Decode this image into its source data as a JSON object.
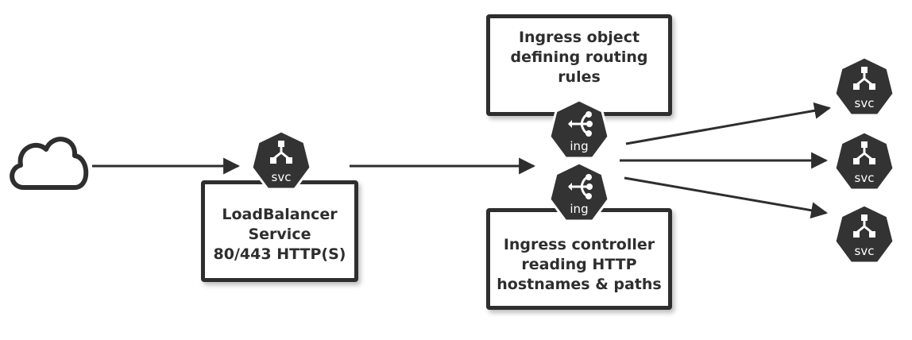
{
  "boxes": {
    "lb_service": "LoadBalancer\nService\n80/443 HTTP(S)",
    "ingress_object": "Ingress object\ndefining routing\nrules",
    "ingress_controller": "Ingress controller\nreading HTTP\nhostnames & paths"
  },
  "badges": {
    "lb_svc": "svc",
    "ing_top": "ing",
    "ing_bottom": "ing",
    "svc_1": "svc",
    "svc_2": "svc",
    "svc_3": "svc"
  },
  "icons": {
    "internet": "cloud-icon",
    "service": "service-icon",
    "ingress": "ingress-icon"
  },
  "colors": {
    "ink": "#2e2e2e",
    "badge_fill": "#333333",
    "badge_text": "#ffffff"
  }
}
